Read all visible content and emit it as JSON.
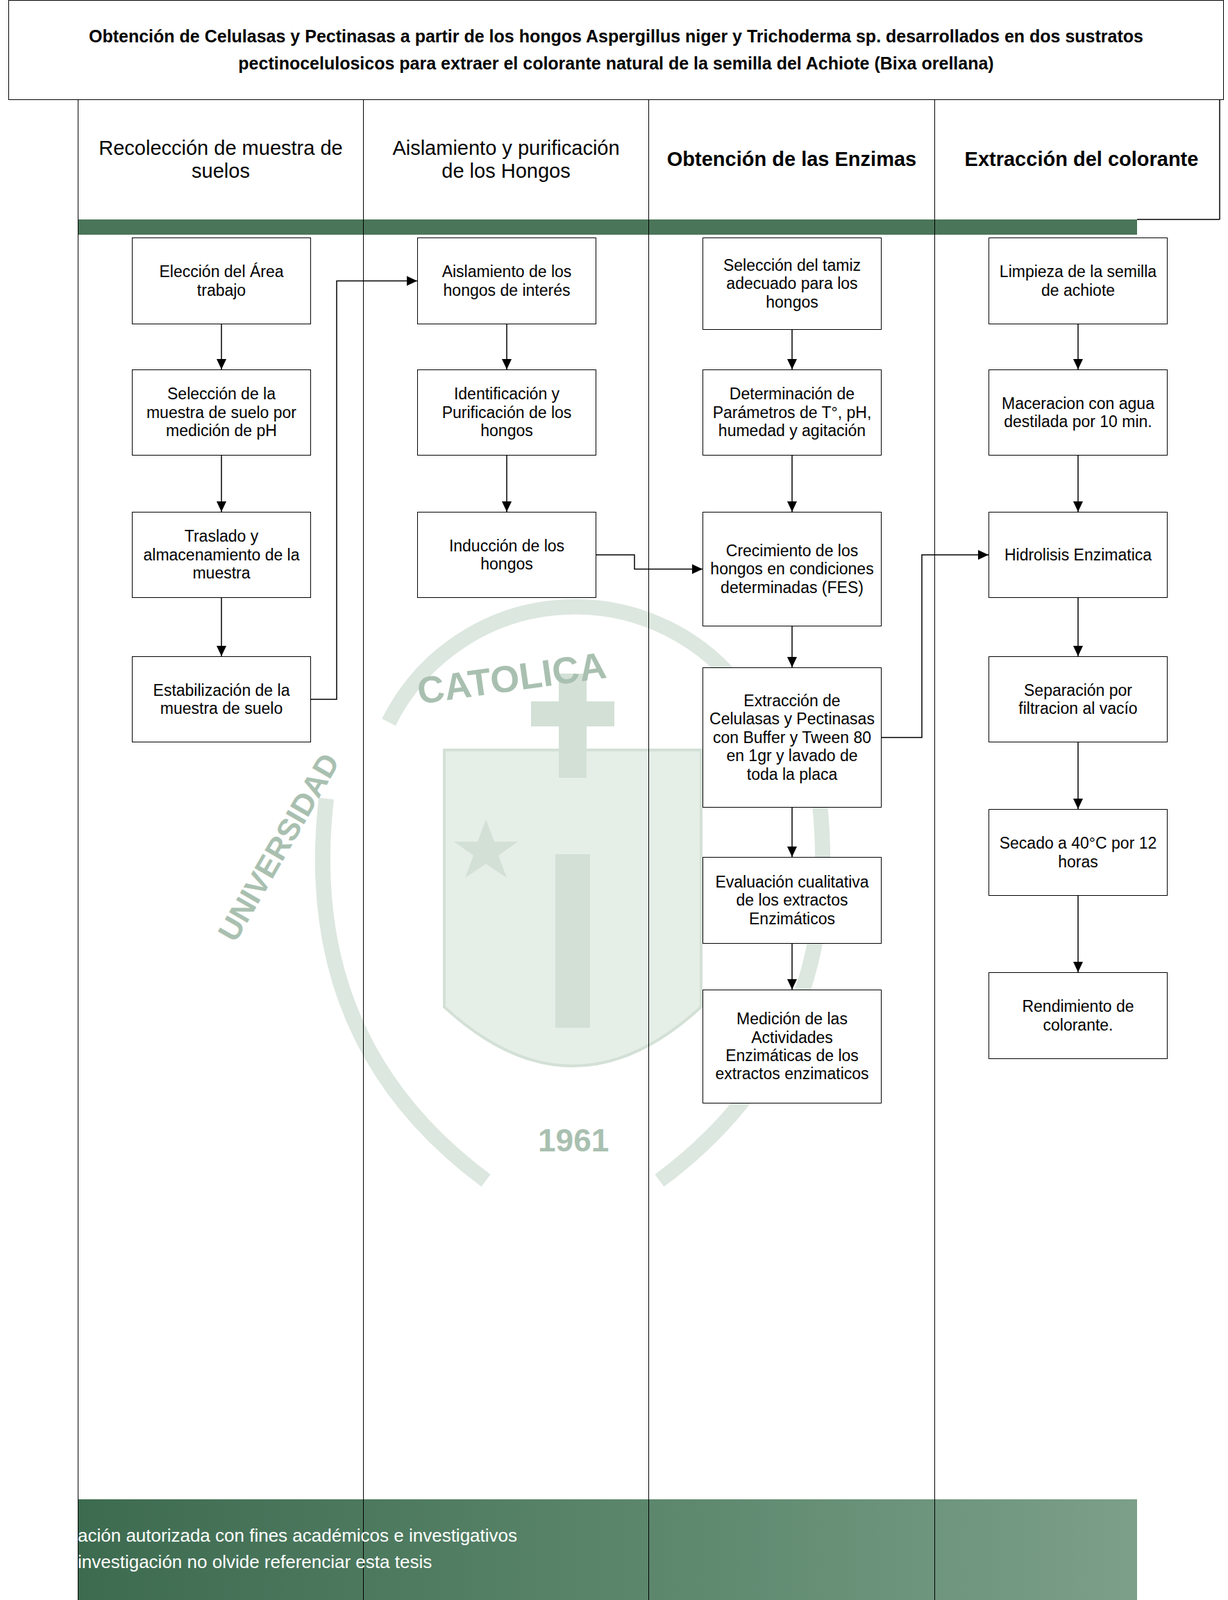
{
  "diagram": {
    "title": "Obtención de Celulasas y Pectinasas a partir de los hongos Aspergillus niger y Trichoderma sp. desarrollados en dos sustratos pectinocelulosicos para extraer el colorante natural de la semilla del Achiote (Bixa orellana)",
    "nodes": [
      {
        "text": [
          "Recolección de muestra de suelos"
        ]
      },
      {
        "text": [
          "Aislamiento y purificación de los Hongos"
        ]
      },
      {
        "text": [
          "Obtención de las Enzimas"
        ]
      },
      {
        "text": [
          "Extracción del colorante"
        ]
      },
      {
        "text": [
          "Elección del Área trabajo"
        ],
        "in": 0
      },
      {
        "text": [
          "Selección de la muestra de suelo por medición de pH"
        ],
        "in": 0
      },
      {
        "text": [
          "Traslado y almacenamiento de la muestra"
        ],
        "in": 0
      },
      {
        "text": [
          "Estabilización de la muestra de suelo"
        ],
        "in": 0
      },
      {
        "text": [
          "Aislamiento de los hongos de interés"
        ],
        "in": 1
      },
      {
        "text": [
          "Identificación y Purificación de los hongos"
        ],
        "in": 1
      },
      {
        "text": [
          "Inducción de los hongos"
        ],
        "in": 1
      },
      {
        "text": [
          "Selección del tamiz adecuado para los hongos"
        ],
        "in": 2
      },
      {
        "text": [
          "Determinación de Parámetros de T°, pH, humedad y agitación"
        ],
        "in": 2
      },
      {
        "text": [
          "Crecimiento de los hongos en condiciones determinadas (FES)"
        ],
        "in": 2
      },
      {
        "text": [
          "Extracción de Celulasas y Pectinasas con Buffer y Tween 80 en 1gr y lavado de toda la placa"
        ],
        "in": 2
      },
      {
        "text": [
          "Evaluación cualitativa de los extractos Enzimáticos"
        ],
        "in": 2
      },
      {
        "text": [
          "Medición de las Actividades Enzimáticas de los extractos enzimaticos"
        ],
        "in": 2
      },
      {
        "text": [
          "Limpieza de la semilla de achiote"
        ],
        "in": 3
      },
      {
        "text": [
          "Maceracion con agua destilada por 10 min."
        ],
        "in": 3
      },
      {
        "text": [
          "Hidrolisis Enzimatica"
        ],
        "in": 3
      },
      {
        "text": [
          "Separación por filtracion al vacío"
        ],
        "in": 3
      },
      {
        "text": [
          "Secado a 40°C por 12 horas"
        ],
        "in": 3
      },
      {
        "text": [
          "Rendimiento de colorante."
        ],
        "in": 3
      }
    ],
    "edges": [
      {
        "from": 4,
        "to": 5,
        "arrow": "to"
      },
      {
        "from": 5,
        "to": 6,
        "arrow": "to"
      },
      {
        "from": 6,
        "to": 7,
        "arrow": "to"
      },
      {
        "from": 7,
        "to": 8,
        "arrow": "to"
      },
      {
        "from": 8,
        "to": 9,
        "arrow": "to"
      },
      {
        "from": 9,
        "to": 10,
        "arrow": "to"
      },
      {
        "from": 10,
        "to": 13,
        "arrow": "to"
      },
      {
        "from": 11,
        "to": 12,
        "arrow": "to"
      },
      {
        "from": 12,
        "to": 13,
        "arrow": "to"
      },
      {
        "from": 13,
        "to": 14,
        "arrow": "to"
      },
      {
        "from": 14,
        "to": 15,
        "arrow": "to"
      },
      {
        "from": 15,
        "to": 16,
        "arrow": "to"
      },
      {
        "from": 14,
        "to": 19,
        "arrow": "to"
      },
      {
        "from": 17,
        "to": 18,
        "arrow": "to"
      },
      {
        "from": 18,
        "to": 19,
        "arrow": "to"
      },
      {
        "from": 19,
        "to": 20,
        "arrow": "to"
      },
      {
        "from": 20,
        "to": 21,
        "arrow": "to"
      },
      {
        "from": 21,
        "to": 22,
        "arrow": "to"
      }
    ],
    "labels": [
      "CATOLICA",
      "UNIVERSIDAD",
      "1961",
      "ación autorizada con fines académicos e investigativos",
      "investigación no olvide referenciar esta tesis"
    ]
  }
}
